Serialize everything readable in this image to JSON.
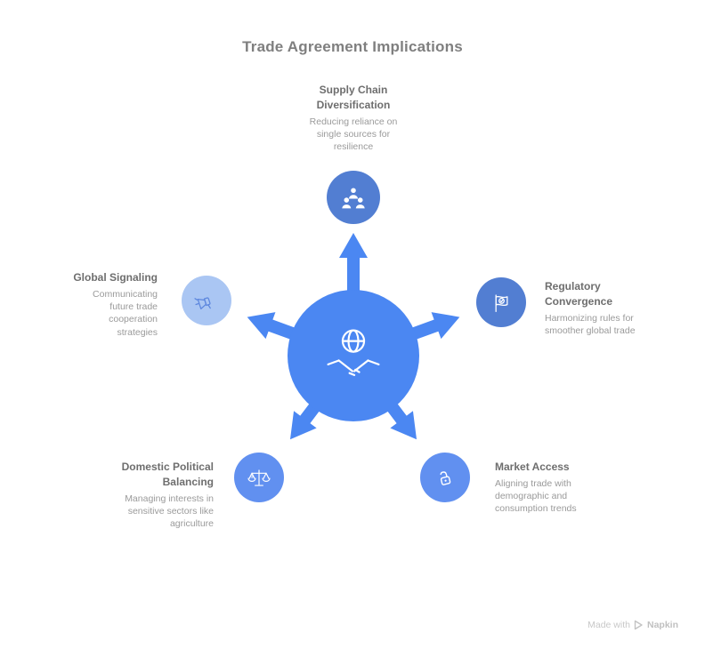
{
  "title": "Trade Agreement Implications",
  "center": {
    "icon": "globe-handshake-icon",
    "color": "#4b87f2"
  },
  "nodes": [
    {
      "id": "supply-chain-diversification",
      "position": "top",
      "heading": "Supply Chain Diversification",
      "body": "Reducing reliance on single sources for resilience",
      "icon": "team-people-icon",
      "circle_color": "#527ed2"
    },
    {
      "id": "regulatory-convergence",
      "position": "right",
      "heading": "Regulatory Convergence",
      "body": "Harmonizing rules for smoother global trade",
      "icon": "flag-check-icon",
      "circle_color": "#527ed2"
    },
    {
      "id": "global-signaling",
      "position": "left",
      "heading": "Global Signaling",
      "body": "Communicating future trade cooperation strategies",
      "icon": "megaphone-icon",
      "circle_color": "#aac6f3"
    },
    {
      "id": "domestic-political-balancing",
      "position": "bottom-left",
      "heading": "Domestic Political Balancing",
      "body": "Managing interests in sensitive sectors like agriculture",
      "icon": "balance-scale-icon",
      "circle_color": "#6190f0"
    },
    {
      "id": "market-access",
      "position": "bottom-right",
      "heading": "Market Access",
      "body": "Aligning trade with demographic and consumption trends",
      "icon": "open-lock-icon",
      "circle_color": "#6190f0"
    }
  ],
  "watermark": {
    "made_with": "Made with",
    "brand": "Napkin"
  },
  "colors": {
    "arrow_blue": "#4b87f2",
    "title_text": "#7f7f7f",
    "heading_text": "#6e6e6e",
    "body_text": "#9a9a9a",
    "watermark_text": "#c8c8c8"
  }
}
